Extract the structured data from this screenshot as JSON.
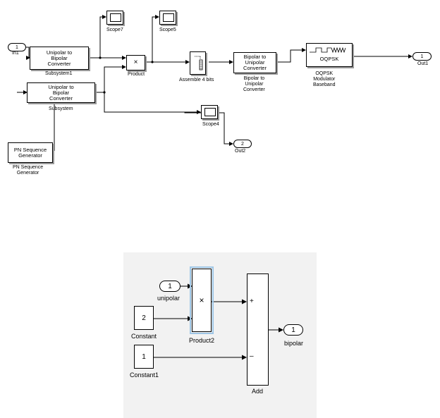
{
  "top": {
    "in1": {
      "number": "1",
      "label": "In1"
    },
    "subsystem1": {
      "text": "Unipolar to\nBipolar\nConverter",
      "label": "Subsystem1"
    },
    "subsystem": {
      "text": "Unipolar to\nBipolar\nConverter",
      "label": "Subsystem"
    },
    "pn": {
      "text": "PN Sequence\nGenerator",
      "label": "PN Sequence\nGenerator"
    },
    "product": {
      "symbol": "×",
      "label": "Product"
    },
    "scope7": {
      "label": "Scope7"
    },
    "scope5": {
      "label": "Scope5"
    },
    "scope4": {
      "label": "Scope4"
    },
    "assemble": {
      "label": "Assemble 4 bits"
    },
    "b2u": {
      "text": "Bipolar to\nUnipolar\nConverter",
      "label": "Bipolar to\nUnipolar\nConverter"
    },
    "oqpsk": {
      "text": "OQPSK",
      "label": "OQPSK\nModulator\nBaseband"
    },
    "out1": {
      "number": "1",
      "label": "Out1"
    },
    "out2": {
      "number": "2",
      "label": "Out2"
    }
  },
  "bottom": {
    "unipolar": {
      "number": "1",
      "label": "unipolar"
    },
    "constant": {
      "value": "2",
      "label": "Constant"
    },
    "constant1": {
      "value": "1",
      "label": "Constant1"
    },
    "product2": {
      "symbol": "×",
      "label": "Product2"
    },
    "add": {
      "plus": "+",
      "minus": "–",
      "label": "Add"
    },
    "bipolar": {
      "number": "1",
      "label": "bipolar"
    }
  }
}
